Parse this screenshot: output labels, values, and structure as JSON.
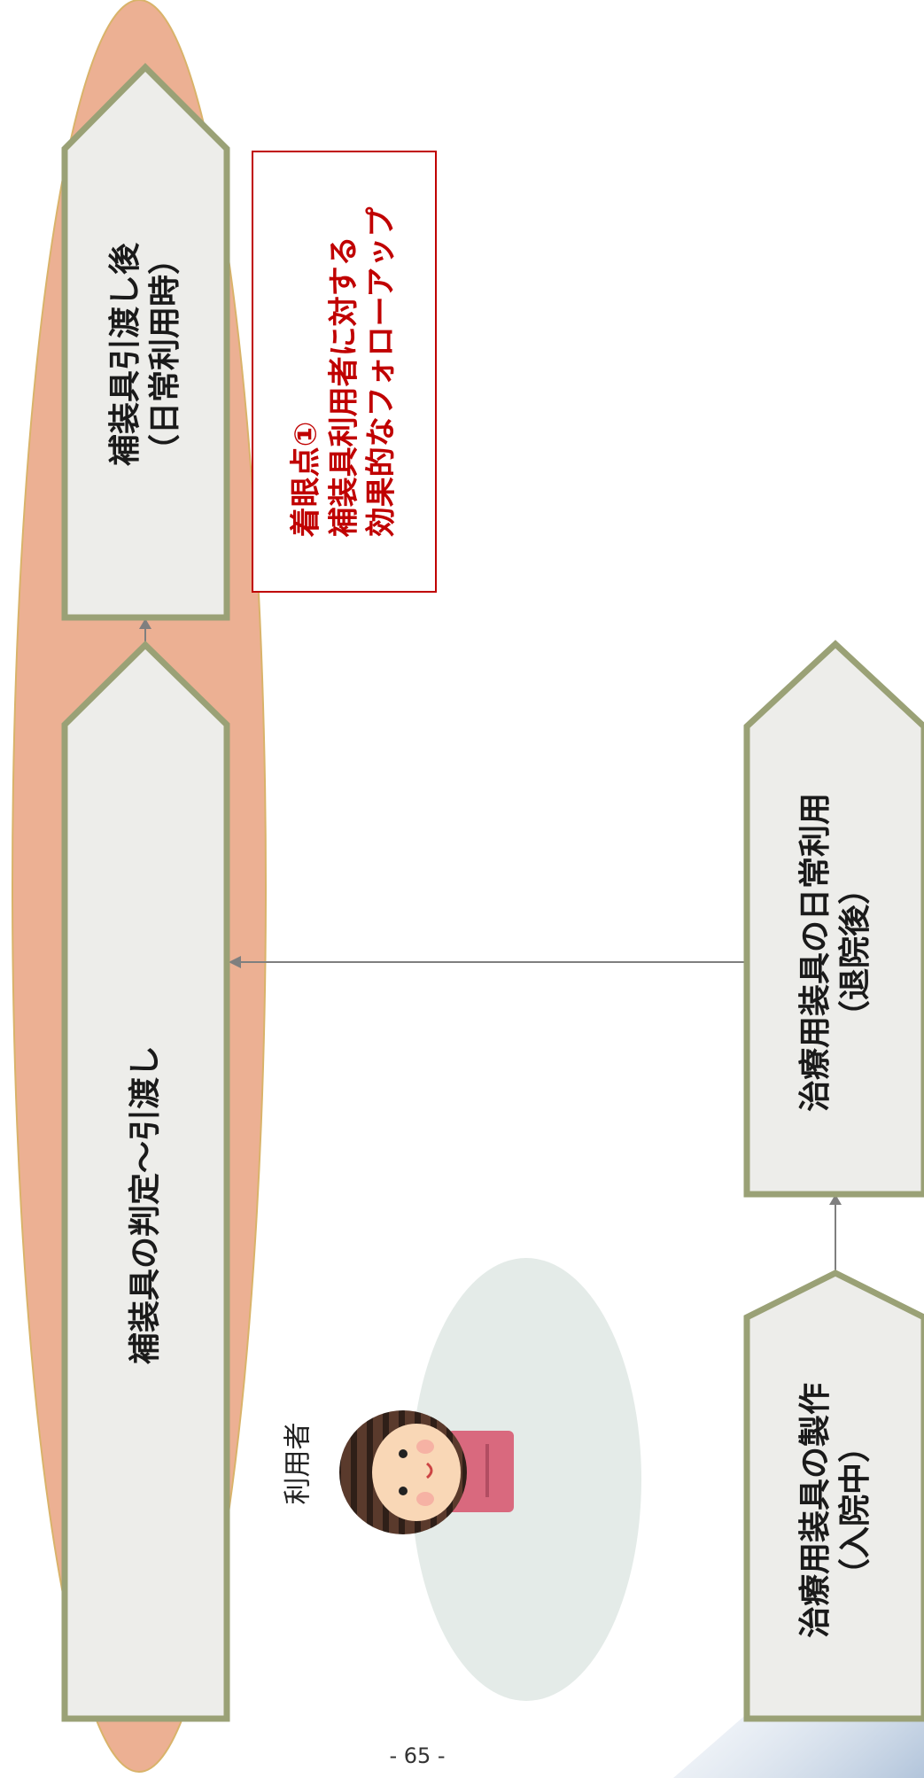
{
  "diagram": {
    "box_after_delivery": {
      "line1": "補装具引渡し後",
      "line2": "（日常利用時）"
    },
    "box_judgement": {
      "line1": "補装具の判定～引渡し"
    },
    "box_daily_use": {
      "line1": "治療用装具の日常利用",
      "line2": "（退院後）"
    },
    "box_fabrication": {
      "line1": "治療用装具の製作",
      "line2": "（入院中）"
    },
    "focus_point": {
      "line1": "着眼点①",
      "line2": "補装具利用者に対する",
      "line3": "効果的なフォローアップ"
    },
    "user_label": "利用者"
  },
  "page_number": "- 65 -",
  "colors": {
    "highlight_ellipse": "#ecb093",
    "box_fill": "#ededea",
    "box_border": "#9aa176",
    "focus_red": "#c00000",
    "user_bg": "#e4ebe8",
    "connector": "#7f7f7f"
  }
}
